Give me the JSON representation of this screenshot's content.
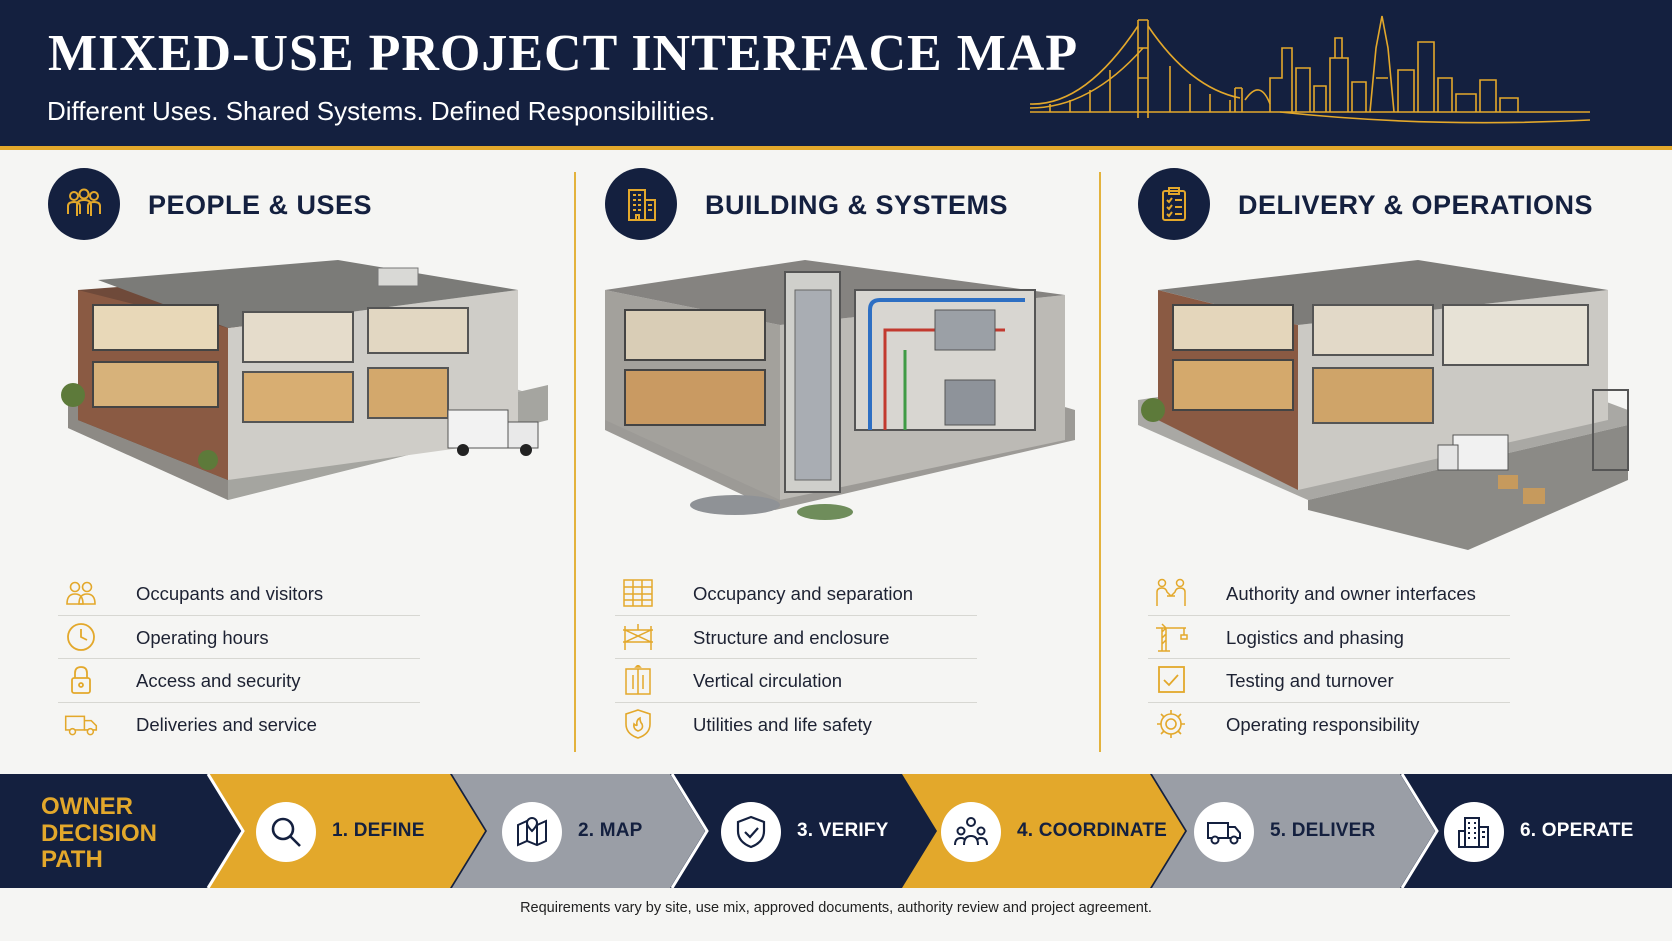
{
  "header": {
    "title": "MIXED-USE PROJECT INTERFACE MAP",
    "subtitle": "Different Uses. Shared Systems. Defined Responsibilities."
  },
  "columns": [
    {
      "title": "PEOPLE & USES",
      "icon": "people-group-icon",
      "illustration": "mixed-use-building-cutaway",
      "items": [
        {
          "icon": "people-icon",
          "label": "Occupants and visitors"
        },
        {
          "icon": "clock-icon",
          "label": "Operating hours"
        },
        {
          "icon": "lock-icon",
          "label": "Access and security"
        },
        {
          "icon": "truck-icon",
          "label": "Deliveries and service"
        }
      ]
    },
    {
      "title": "BUILDING & SYSTEMS",
      "icon": "building-icon",
      "illustration": "building-systems-cutaway",
      "items": [
        {
          "icon": "grid-plan-icon",
          "label": "Occupancy and separation"
        },
        {
          "icon": "structure-frame-icon",
          "label": "Structure and enclosure"
        },
        {
          "icon": "elevator-icon",
          "label": "Vertical circulation"
        },
        {
          "icon": "fire-shield-icon",
          "label": "Utilities and life safety"
        }
      ]
    },
    {
      "title": "DELIVERY & OPERATIONS",
      "icon": "clipboard-checklist-icon",
      "illustration": "delivery-operations-cutaway",
      "items": [
        {
          "icon": "handshake-people-icon",
          "label": "Authority and owner interfaces"
        },
        {
          "icon": "crane-icon",
          "label": "Logistics and phasing"
        },
        {
          "icon": "checkbox-icon",
          "label": "Testing and turnover"
        },
        {
          "icon": "gear-icon",
          "label": "Operating responsibility"
        }
      ]
    }
  ],
  "decision_path": {
    "label_lines": [
      "OWNER",
      "DECISION",
      "PATH"
    ],
    "steps": [
      {
        "label": "1. DEFINE",
        "icon": "magnifier-icon",
        "color": "#e3a82b"
      },
      {
        "label": "2. MAP",
        "icon": "map-pin-icon",
        "color": "#9a9ea6"
      },
      {
        "label": "3. VERIFY",
        "icon": "shield-check-icon",
        "color": "#14203f"
      },
      {
        "label": "4. COORDINATE",
        "icon": "team-icon",
        "color": "#e3a82b"
      },
      {
        "label": "5. DELIVER",
        "icon": "truck-icon",
        "color": "#9a9ea6"
      },
      {
        "label": "6. OPERATE",
        "icon": "building-icon",
        "color": "#14203f"
      }
    ]
  },
  "footer": "Requirements vary by site, use mix, approved documents, authority review and project agreement.",
  "colors": {
    "navy": "#14203f",
    "gold": "#e3a82b",
    "gray": "#9a9ea6",
    "background": "#f5f5f3"
  }
}
